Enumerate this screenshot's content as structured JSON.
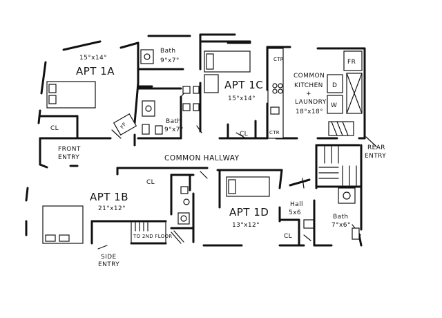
{
  "plan": {
    "apt_1a": {
      "name": "APT 1A",
      "dims": "15°x14°"
    },
    "apt_1b": {
      "name": "APT 1B",
      "dims": "21°x12°"
    },
    "apt_1c": {
      "name": "APT 1C",
      "dims": "15°x14°"
    },
    "apt_1d": {
      "name": "APT 1D",
      "dims": "13°x12°"
    },
    "bath_top": {
      "name": "Bath",
      "dims": "9°x7°"
    },
    "bath_mid": {
      "name": "Bath",
      "dims": "9°x7°"
    },
    "bath_right": {
      "name": "Bath",
      "dims": "7°x6°"
    },
    "hall_small": {
      "name": "Hall",
      "dims": "5x6"
    },
    "kitchen": {
      "line1": "COMMON",
      "line2": "KITCHEN",
      "line3": "+",
      "line4": "LAUNDRY",
      "dims": "18°x18°"
    },
    "hallway": "COMMON HALLWAY",
    "front_entry": {
      "line1": "FRONT",
      "line2": "ENTRY"
    },
    "rear_entry": {
      "line1": "REAR",
      "line2": "ENTRY"
    },
    "side_entry": {
      "line1": "SIDE",
      "line2": "ENTRY"
    },
    "stairs": "TO 2ND FLOOR",
    "closets": [
      "CL",
      "CL",
      "CL",
      "CL"
    ],
    "fixtures": {
      "fireplace": "FP",
      "fridge": "FR",
      "dishwasher": "D",
      "washer": "W",
      "counter_top": "CTR",
      "counter_bottom": "CTR"
    }
  }
}
